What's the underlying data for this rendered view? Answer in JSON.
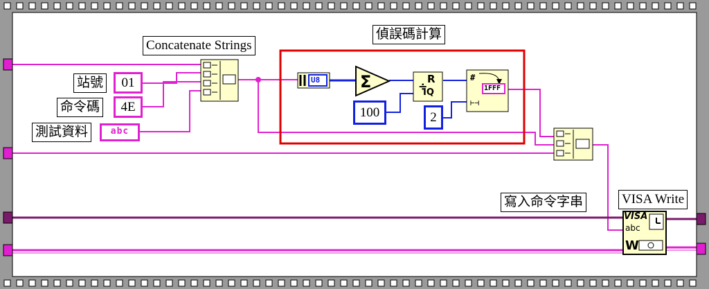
{
  "labels": {
    "concatenate": "Concatenate Strings",
    "error_calc": "偵誤碼計算",
    "station": "站號",
    "command": "命令碼",
    "test_data": "測試資料",
    "write_cmd": "寫入命令字串",
    "visa_write": "VISA Write"
  },
  "constants": {
    "station_value": "01",
    "command_value": "4E",
    "test_data_value": "abc",
    "hundred": "100",
    "two": "2"
  },
  "node_text": {
    "u8": "U8",
    "r": "R",
    "iq": "IQ",
    "hex_format": "1FFF",
    "visa_title": "VISA",
    "visa_abc": "abc"
  },
  "colors": {
    "string_wire": "#e020d0",
    "numeric_wire": "#1020e0",
    "highlight_box": "#e00000",
    "frame": "#000000"
  }
}
